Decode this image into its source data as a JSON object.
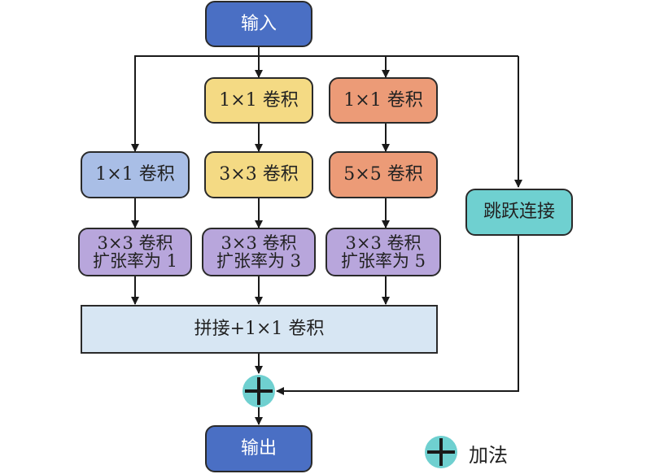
{
  "diagram": {
    "input_label": "输入",
    "output_label": "输出",
    "branch1": {
      "conv1": "1×1 卷积",
      "dilated_line1": "3×3 卷积",
      "dilated_line2": "扩张率为 1"
    },
    "branch2": {
      "conv1": "1×1 卷积",
      "conv2": "3×3 卷积",
      "dilated_line1": "3×3 卷积",
      "dilated_line2": "扩张率为 3"
    },
    "branch3": {
      "conv1": "1×1 卷积",
      "conv2": "5×5 卷积",
      "dilated_line1": "3×3 卷积",
      "dilated_line2": "扩张率为 5"
    },
    "skip_label": "跳跃连接",
    "concat_label": "拼接+1×1 卷积",
    "legend": {
      "add_label": "加法"
    },
    "colors": {
      "input_output": "#4a6fc4",
      "branch1_conv": "#a9bee6",
      "branch2_conv": "#f4da84",
      "branch3_conv": "#ec9b77",
      "dilated_conv": "#b8a6dc",
      "skip": "#6fd0d0",
      "concat": "#d7e6f3",
      "adder": "#6fd0d0"
    }
  }
}
